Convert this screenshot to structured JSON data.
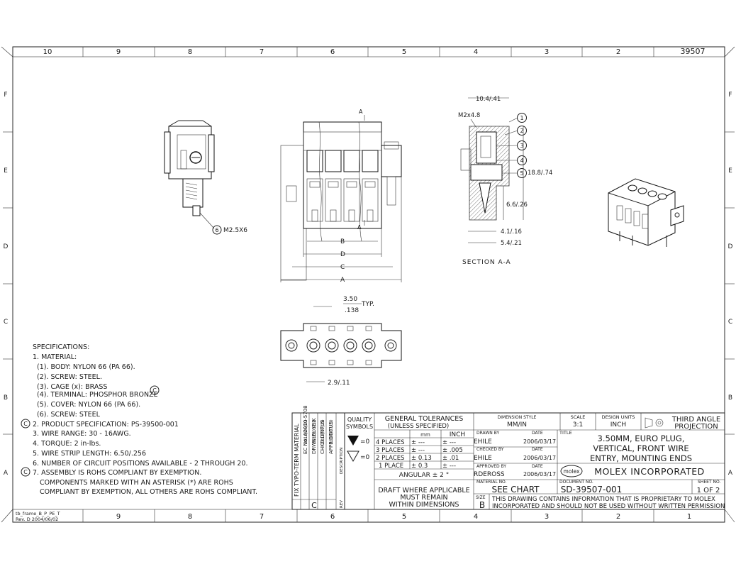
{
  "drawing_number_top": "39507",
  "zones": {
    "columns": [
      "10",
      "9",
      "8",
      "7",
      "6",
      "5",
      "4",
      "3",
      "2",
      "1"
    ],
    "rows": [
      "F",
      "E",
      "D",
      "C",
      "B",
      "A"
    ]
  },
  "views": {
    "side_callout": "M2.5X6",
    "side_callout_num": "6",
    "front_dims": [
      "B",
      "D",
      "C",
      "A"
    ],
    "section_marker": "A",
    "section_label": "SECTION A-A",
    "section_dims": {
      "top": "10.4/.41",
      "screw": "M2x4.8",
      "height": "18.8/.74",
      "mid": "6.6/.26",
      "bottom1": "4.1/.16",
      "bottom2": "5.4/.21"
    },
    "balloons": [
      "1",
      "2",
      "3",
      "4",
      "5"
    ],
    "bottom_dims": {
      "pitch_top": "3.50",
      "pitch_bottom": ".138",
      "pitch_suffix": "TYP.",
      "width": "2.9/.11"
    }
  },
  "specifications": {
    "heading": "SPECIFICATIONS:",
    "lines": [
      "1. MATERIAL:",
      "(1). BODY: NYLON 66 (PA 66).",
      "(2). SCREW: STEEL.",
      "(3). CAGE (x): BRASS",
      "(4). TERMINAL: PHOSPHOR BRONZE",
      "(5). COVER: NYLON 66 (PA 66).",
      "(6). SCREW: STEEL",
      "2. PRODUCT SPECIFICATION: PS-39500-001",
      "3. WIRE RANGE: 30 - 16AWG.",
      "4. TORQUE: 2 in-lbs.",
      "5. WIRE STRIP LENGTH: 6.50/.256",
      "6. NUMBER OF CIRCUIT POSITIONS AVAILABLE - 2 THROUGH 20.",
      "7. ASSEMBLY IS ROHS COMPLIANT BY EXEMPTION.",
      "COMPONENTS MARKED WITH AN ASTERISK (*) ARE ROHS",
      "COMPLIANT BY EXEMPTION, ALL OTHERS ARE ROHS COMPLIANT."
    ],
    "rev_mark": "C"
  },
  "revision_block": {
    "col1": "FIX TYPO-TERM MATERIAL",
    "col2": "EC No: A2010-5708",
    "col3": "DRWN:EL YBIK",
    "col4": "CHKD:DTITUS",
    "col5": "APPR:DTITUS",
    "date1": "2010/06/23",
    "date2": "2010/03/12",
    "date3": "2010/07/20",
    "date4": "2010/07/20",
    "rev": "C",
    "description_label": "DESCRIPTION",
    "rev_label": "REV"
  },
  "title_block": {
    "quality_symbols_1": "QUALITY",
    "quality_symbols_2": "SYMBOLS",
    "sym_eq": "=0",
    "tol_title": "GENERAL TOLERANCES",
    "tol_sub": "(UNLESS SPECIFIED)",
    "tol_mm": "mm",
    "tol_inch": "INCH",
    "tol_rows": [
      {
        "places": "4 PLACES",
        "mm": "± ---",
        "inch": "± ---"
      },
      {
        "places": "3 PLACES",
        "mm": "± ---",
        "inch": "± .005"
      },
      {
        "places": "2 PLACES",
        "mm": "± 0.13",
        "inch": "± .01"
      },
      {
        "places": "1 PLACE",
        "mm": "± 0.3",
        "inch": "± ---"
      }
    ],
    "angular": "ANGULAR ± 2 °",
    "draft_1": "DRAFT WHERE APPLICABLE",
    "draft_2": "MUST REMAIN",
    "draft_3": "WITHIN DIMENSIONS",
    "dimension_style_label": "DIMENSION STYLE",
    "dimension_style": "MM/IN",
    "scale_label": "SCALE",
    "scale": "3:1",
    "design_units_label": "DESIGN UNITS",
    "design_units": "INCH",
    "projection_1": "THIRD ANGLE",
    "projection_2": "PROJECTION",
    "drawn_by_label": "DRAWN BY",
    "drawn_by": "EHILE",
    "date_label": "DATE",
    "drawn_date": "2006/03/17",
    "checked_by_label": "CHECKED BY",
    "checked_by": "EHILE",
    "checked_date": "2006/03/17",
    "approved_by_label": "APPROVED BY",
    "approved_by": "RDEROSS",
    "approved_date": "2006/03/17",
    "title_label": "TITLE",
    "title_1": "3.50MM, EURO PLUG,",
    "title_2": "VERTICAL, FRONT WIRE",
    "title_3": "ENTRY, MOUNTING ENDS",
    "logo": "molex",
    "company": "MOLEX INCORPORATED",
    "material_no_label": "MATERIAL NO.",
    "material_no": "SEE CHART",
    "document_no_label": "DOCUMENT NO.",
    "document_no": "SD-39507-001",
    "sheet_no_label": "SHEET NO.",
    "sheet_no": "1 OF 2",
    "size_label": "SIZE",
    "size": "B",
    "proprietary_1": "THIS DRAWING CONTAINS INFORMATION THAT IS PROPRIETARY TO MOLEX",
    "proprietary_2": "INCORPORATED AND SHOULD NOT BE USED WITHOUT WRITTEN PERMISSION"
  },
  "frame_label_1": "tb_frame_B_P_PE_T",
  "frame_label_2": "Rev. D 2004/06/02"
}
